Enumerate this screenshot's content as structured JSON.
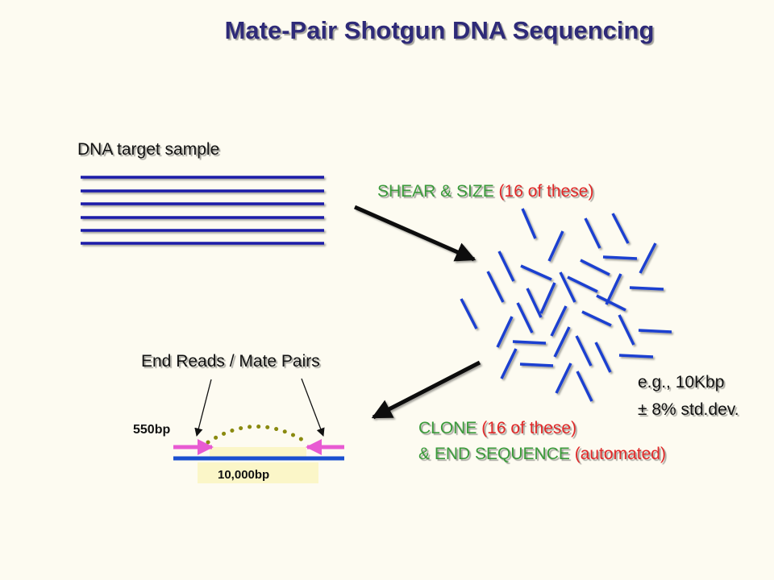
{
  "title": "Mate-Pair Shotgun DNA Sequencing",
  "dna_label": "DNA target sample",
  "shear": {
    "main": "SHEAR & SIZE",
    "count": " (16 of these)"
  },
  "end_reads_label": "End Reads / Mate Pairs",
  "stats": {
    "line1": "e.g., 10Kbp",
    "line2": "± 8% std.dev."
  },
  "clone": {
    "line1_main": "CLONE",
    "line1_count": " (16 of these)",
    "line2_main": " & END SEQUENCE",
    "line2_auto": " (automated)"
  },
  "read_length_label": "550bp",
  "insert_length_label": "10,000bp",
  "colors": {
    "title": "#2e2a78",
    "dna_strand": "#1a1aa8",
    "fragment": "#1a3fd0",
    "shear_text": "#3a9a3a",
    "count_text": "#e02828",
    "read_arrow": "#e85ad2",
    "mate_link": "#8a8a10",
    "background": "#fdfbf1"
  }
}
